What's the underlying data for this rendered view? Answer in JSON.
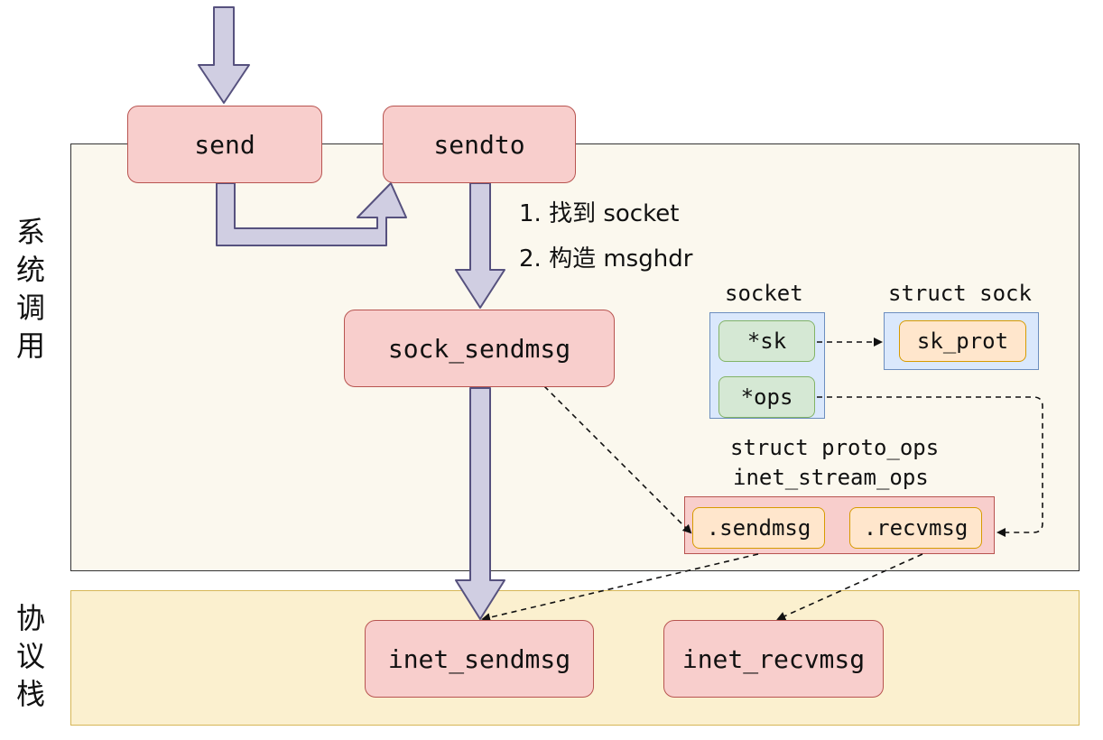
{
  "regions": {
    "syscall_label": [
      "系",
      "统",
      "调",
      "用"
    ],
    "stack_label": [
      "协",
      "议",
      "栈"
    ]
  },
  "functions": {
    "send": "send",
    "sendto": "sendto",
    "sock_sendmsg": "sock_sendmsg",
    "inet_sendmsg": "inet_sendmsg",
    "inet_recvmsg": "inet_recvmsg"
  },
  "steps": [
    "1. 找到 socket",
    "2. 构造 msghdr"
  ],
  "socket_struct": {
    "title": "socket",
    "fields": [
      "*sk",
      "*ops"
    ]
  },
  "sock_struct": {
    "title": "struct sock",
    "fields": [
      "sk_prot"
    ]
  },
  "proto_ops": {
    "title_line1": "struct proto_ops",
    "title_line2": "inet_stream_ops",
    "fields": [
      ".sendmsg",
      ".recvmsg"
    ]
  },
  "colors": {
    "function_fill": "#f8cecc",
    "function_border": "#b85450",
    "arrow_fill": "#d0cee2",
    "arrow_border": "#56517e",
    "field_green": "#d5e8d4",
    "field_orange": "#ffe6cc",
    "struct_blue": "#dae8fc",
    "syscall_bg": "#fbf8ee",
    "stack_bg": "#fbf0cf"
  }
}
